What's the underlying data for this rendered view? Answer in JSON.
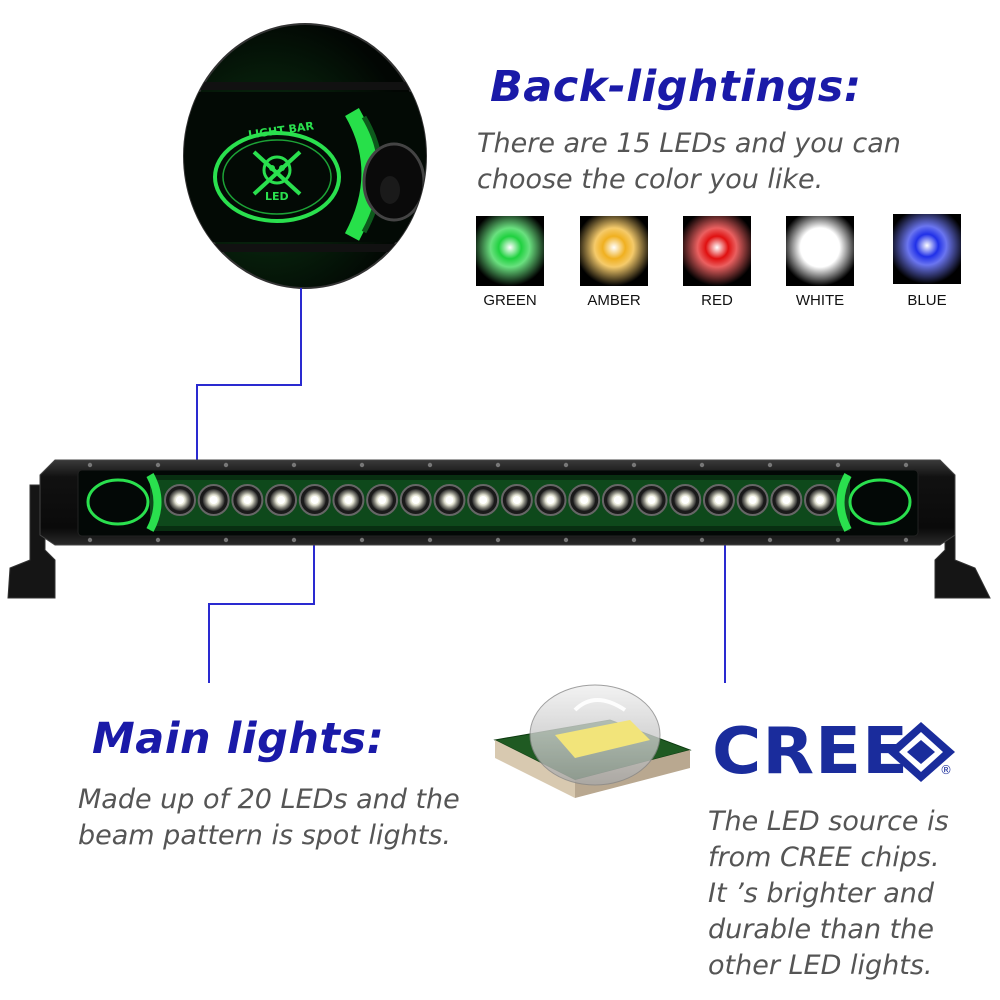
{
  "back_lighting": {
    "heading": "Back-lightings:",
    "desc_line1": "There are 15 LEDs and you can",
    "desc_line2": "choose the color you like.",
    "colors": [
      {
        "label": "GREEN",
        "color": "#1fd13f"
      },
      {
        "label": "AMBER",
        "color": "#f0b020"
      },
      {
        "label": "RED",
        "color": "#e01010"
      },
      {
        "label": "WHITE",
        "color": "#ffffff"
      },
      {
        "label": "BLUE",
        "color": "#2030e8"
      }
    ]
  },
  "main_lights": {
    "heading": "Main lights:",
    "desc_line1": "Made up of 20 LEDs and the",
    "desc_line2": "beam pattern is spot lights."
  },
  "cree": {
    "logo_text": "CREE",
    "registered": "®",
    "desc_line1": "The LED source is",
    "desc_line2": "from CREE chips.",
    "desc_line3": "It ’s brighter and",
    "desc_line4": "durable  than the",
    "desc_line5": "other LED lights."
  },
  "light_bar": {
    "badge_top": "LIGHT BAR",
    "badge_bottom": "LED",
    "main_led_count": 20,
    "accent": "#1fd13f",
    "line_color": "#2a2ad0"
  }
}
